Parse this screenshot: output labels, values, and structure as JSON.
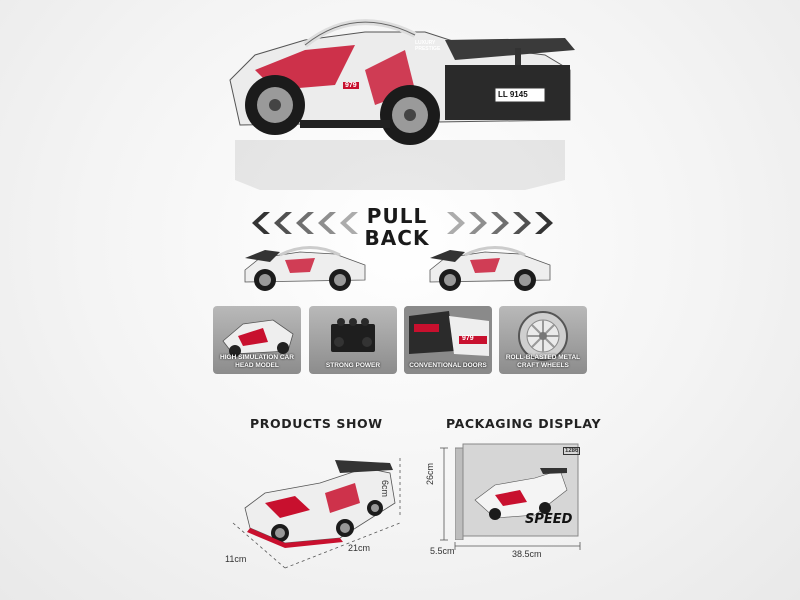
{
  "header": {
    "pull_back_line1": "PULL",
    "pull_back_line2": "BACK"
  },
  "hero_car": {
    "plate_text": "LL 9145",
    "race_number": "979",
    "side_text": "LUXURY PRESTIGE"
  },
  "features": [
    {
      "label": "HIGH SIMULATION CAR HEAD MODEL"
    },
    {
      "label": "STRONG POWER"
    },
    {
      "label": "CONVENTIONAL DOORS",
      "badge": "979"
    },
    {
      "label": "ROLL-BLASTED METAL CRAFT WHEELS"
    }
  ],
  "products_show": {
    "title": "PRODUCTS SHOW",
    "dim_length": "21cm",
    "dim_width": "11cm",
    "dim_height": "6cm"
  },
  "packaging_display": {
    "title": "PACKAGING DISPLAY",
    "box_brand": "SPEED",
    "box_count": "1286",
    "dim_height": "26cm",
    "dim_depth": "5.5cm",
    "dim_width": "38.5cm"
  },
  "colors": {
    "car_white": "#f2f2f2",
    "car_red": "#c8102e",
    "car_black": "#1b1b1b",
    "chevron": "#333333"
  }
}
